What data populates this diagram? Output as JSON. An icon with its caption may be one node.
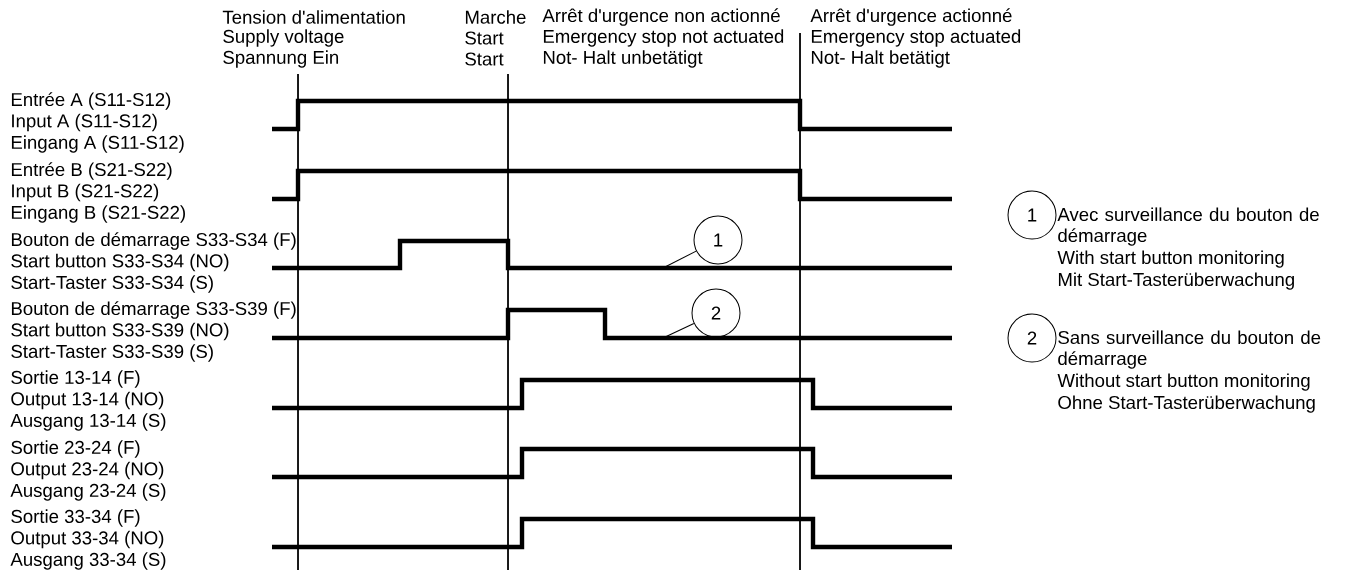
{
  "diagram": {
    "nodes": [
      {
        "text": [
          "1"
        ]
      },
      {
        "text": [
          "2"
        ]
      },
      {
        "text": [
          "1"
        ],
        "beside": [
          "Avec surveillance du bouton de démarrage",
          "With start button monitoring",
          "Mit Start-Tasterüberwachung"
        ]
      },
      {
        "text": [
          "2"
        ],
        "beside": [
          "Sans surveillance du bouton de démarrage",
          "Without start button monitoring",
          "Ohne Start-Tasterüberwachung"
        ]
      }
    ],
    "edges": [
      {
        "from": 0,
        "to": null,
        "arrow": "none"
      },
      {
        "from": 1,
        "to": null,
        "arrow": "none"
      }
    ],
    "labels": [
      "Tension d'alimentation",
      "Supply voltage",
      "Spannung Ein",
      "Marche",
      "Start",
      "Start",
      "Arrêt d'urgence non actionné",
      "Emergency stop not actuated",
      "Not- Halt unbetätigt",
      "Arrêt d'urgence actionné",
      "Emergency stop  actuated",
      "Not- Halt betätigt",
      "Entrée A (S11-S12)",
      "Input A (S11-S12)",
      "Eingang A (S11-S12)",
      "Entrée B (S21-S22)",
      "Input B (S21-S22)",
      "Eingang B (S21-S22)",
      "Bouton de démarrage S33-S34 (F)",
      "Start button S33-S34 (NO)",
      "Start-Taster S33-S34 (S)",
      "Bouton de démarrage S33-S39 (F)",
      "Start button S33-S39 (NO)",
      "Start-Taster S33-S39 (S)",
      "Sortie 13-14 (F)",
      "Output 13-14 (NO)",
      "Ausgang 13-14 (S)",
      "Sortie 23-24 (F)",
      "Output 23-24 (NO)",
      "Ausgang 23-24 (S)",
      "Sortie 33-34 (F)",
      "Output 33-34 (NO)",
      "Ausgang 33-34 (S)"
    ]
  }
}
